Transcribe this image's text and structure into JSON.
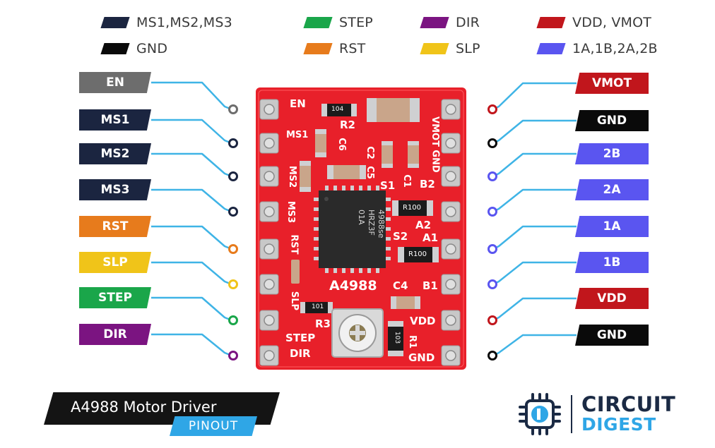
{
  "legend": [
    {
      "label": "MS1,MS2,MS3",
      "color": "#1b2540"
    },
    {
      "label": "STEP",
      "color": "#1aa64a"
    },
    {
      "label": "DIR",
      "color": "#7b1481"
    },
    {
      "label": "VDD, VMOT",
      "color": "#c1161c"
    },
    {
      "label": "GND",
      "color": "#0a0a0a"
    },
    {
      "label": "RST",
      "color": "#e77b1c"
    },
    {
      "label": "SLP",
      "color": "#f0c419"
    },
    {
      "label": "1A,1B,2A,2B",
      "color": "#5a55f0"
    }
  ],
  "left_pins": [
    {
      "label": "EN",
      "color": "#6d6d6d"
    },
    {
      "label": "MS1",
      "color": "#1b2540"
    },
    {
      "label": "MS2",
      "color": "#1b2540"
    },
    {
      "label": "MS3",
      "color": "#1b2540"
    },
    {
      "label": "RST",
      "color": "#e77b1c"
    },
    {
      "label": "SLP",
      "color": "#f0c419"
    },
    {
      "label": "STEP",
      "color": "#1aa64a"
    },
    {
      "label": "DIR",
      "color": "#7b1481"
    }
  ],
  "right_pins": [
    {
      "label": "VMOT",
      "color": "#c1161c"
    },
    {
      "label": "GND",
      "color": "#0a0a0a"
    },
    {
      "label": "2B",
      "color": "#5a55f0"
    },
    {
      "label": "2A",
      "color": "#5a55f0"
    },
    {
      "label": "1A",
      "color": "#5a55f0"
    },
    {
      "label": "1B",
      "color": "#5a55f0"
    },
    {
      "label": "VDD",
      "color": "#c1161c"
    },
    {
      "label": "GND",
      "color": "#0a0a0a"
    }
  ],
  "colors": {
    "wire": "#3fb4e6",
    "board": "#e8202a",
    "chip": "#2a2a2a"
  },
  "board": {
    "left_silk": [
      "EN",
      "MS1",
      "MS2",
      "MS3",
      "RST",
      "SLP",
      "STEP",
      "DIR"
    ],
    "right_silk": [
      "VMOT",
      "GND",
      "B2",
      "A2",
      "A1",
      "B1",
      "VDD",
      "GND"
    ],
    "parts": {
      "r2": "R2",
      "r3": "R3",
      "r1": "R1",
      "c6": "C6",
      "c2": "C2",
      "c5": "C5",
      "c1": "C1",
      "c4": "C4",
      "s1": "S1",
      "s2": "S2"
    },
    "chip_model": "A4988",
    "chip_marking": [
      "4988se",
      "HRZ3F",
      "01A"
    ],
    "smd_codes": [
      "104",
      "R100",
      "R100",
      "101",
      "103"
    ]
  },
  "title": "A4988 Motor Driver",
  "subtitle": "PINOUT",
  "brand": {
    "line1": "CIRCUIT",
    "line2": "DIGEST",
    "logo_icon": "chip-logo-icon"
  }
}
